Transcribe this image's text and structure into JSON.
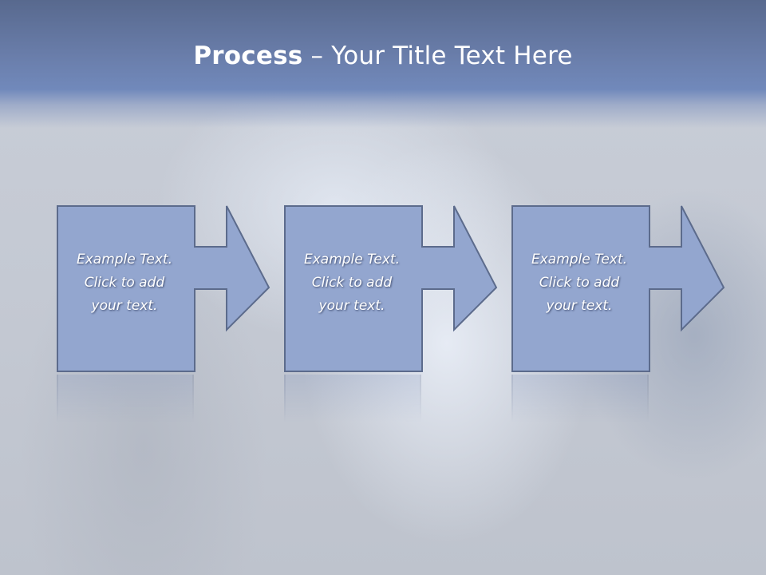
{
  "slide": {
    "title_bold": "Process",
    "title_rest": " – Your Title Text Here",
    "steps": [
      {
        "line1": "Example Text.",
        "line2": "Click  to add",
        "line3": "your text."
      },
      {
        "line1": "Example Text.",
        "line2": "Click  to add",
        "line3": "your text."
      },
      {
        "line1": "Example Text.",
        "line2": "Click  to add",
        "line3": "your text."
      }
    ]
  },
  "colors": {
    "header": "#6a7eab",
    "box_fill": "#93a6cf",
    "box_stroke": "#5c6b8c",
    "text": "#ffffff"
  }
}
